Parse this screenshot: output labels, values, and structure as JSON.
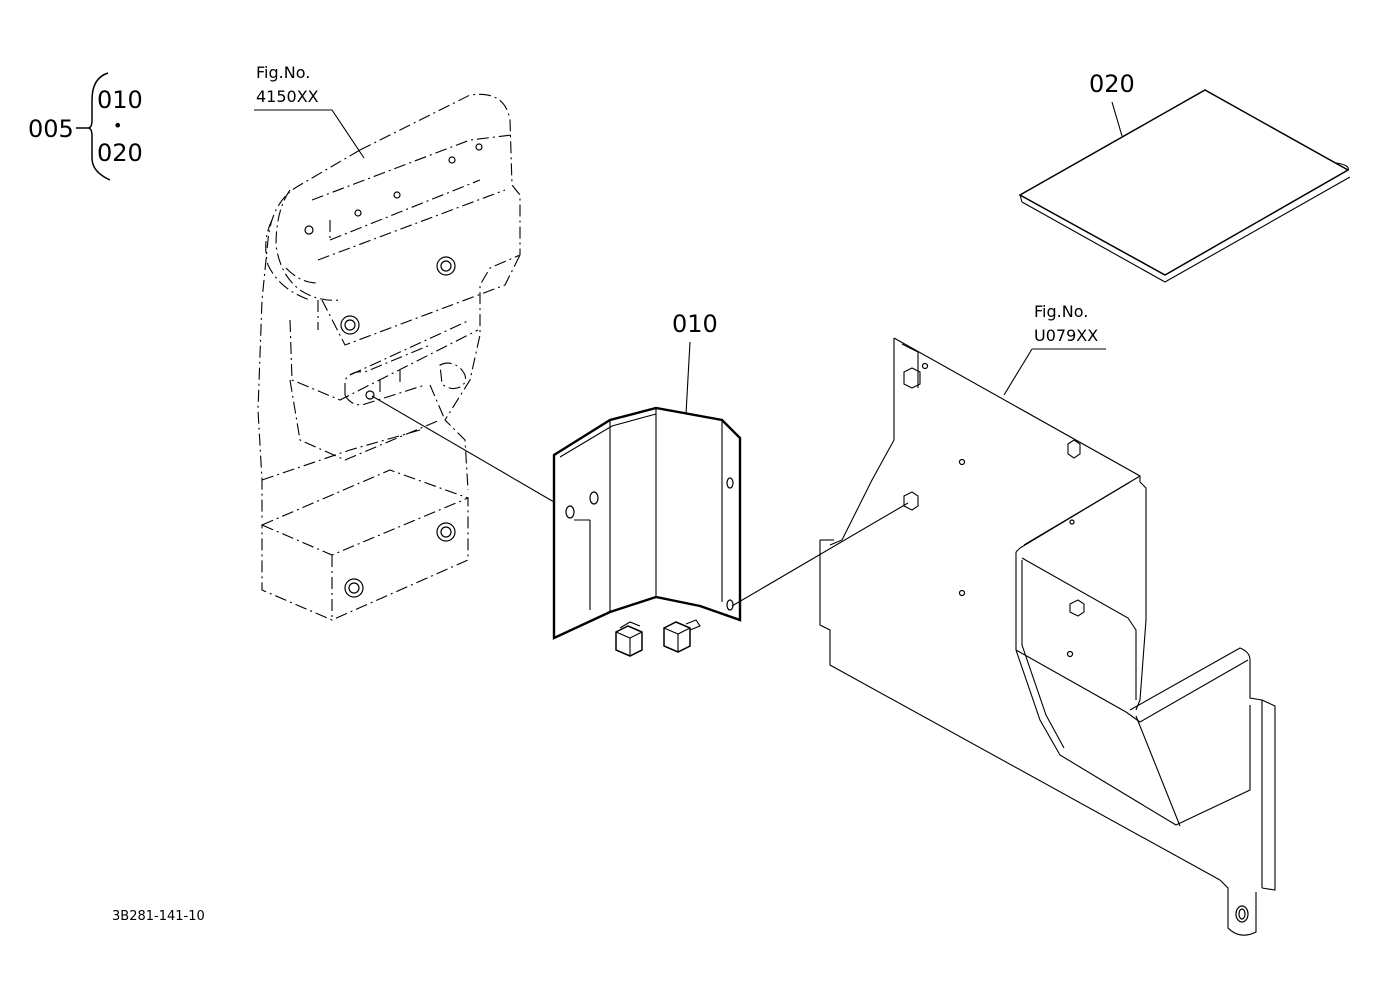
{
  "labels": {
    "assembly": "005",
    "bracket_010": "010",
    "dot": "•",
    "part_020": "020",
    "callout_010": "010",
    "callout_020": "020",
    "fig_ref_1_title": "Fig.No.",
    "fig_ref_1_code": "4150XX",
    "fig_ref_2_title": "Fig.No.",
    "fig_ref_2_code": "U079XX",
    "drawing_code": "3B281-141-10"
  },
  "colors": {
    "line": "#000000",
    "background": "#ffffff"
  }
}
